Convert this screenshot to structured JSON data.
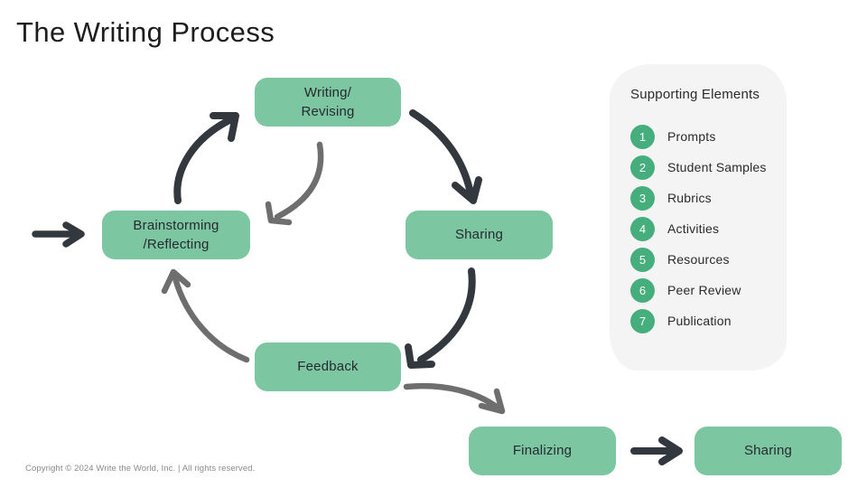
{
  "page_title": "The Writing Process",
  "colors": {
    "node_green": "#7CC6A2",
    "badge_green": "#46AE7D",
    "panel_grey": "#F4F4F4",
    "arrow_dark": "#33373E",
    "arrow_grey": "#6E6E6E",
    "text_dark": "#262A30",
    "footer_grey": "#8A8A8A"
  },
  "cycle": {
    "brainstorming": "Brainstorming\n/Reflecting",
    "brainstorming_line1": "Brainstorming",
    "brainstorming_line2": "/Reflecting",
    "writing_line1": "Writing/",
    "writing_line2": "Revising",
    "sharing": "Sharing",
    "feedback": "Feedback"
  },
  "bottom_row": {
    "finalizing": "Finalizing",
    "sharing": "Sharing"
  },
  "supporting": {
    "title": "Supporting Elements",
    "items": [
      {
        "number": "1",
        "label": "Prompts"
      },
      {
        "number": "2",
        "label": "Student Samples"
      },
      {
        "number": "3",
        "label": "Rubrics"
      },
      {
        "number": "4",
        "label": "Activities"
      },
      {
        "number": "5",
        "label": "Resources"
      },
      {
        "number": "6",
        "label": "Peer Review"
      },
      {
        "number": "7",
        "label": "Publication"
      }
    ]
  },
  "footer": {
    "copyright": "Copyright © 2024 Write the World, Inc. | All rights reserved."
  }
}
